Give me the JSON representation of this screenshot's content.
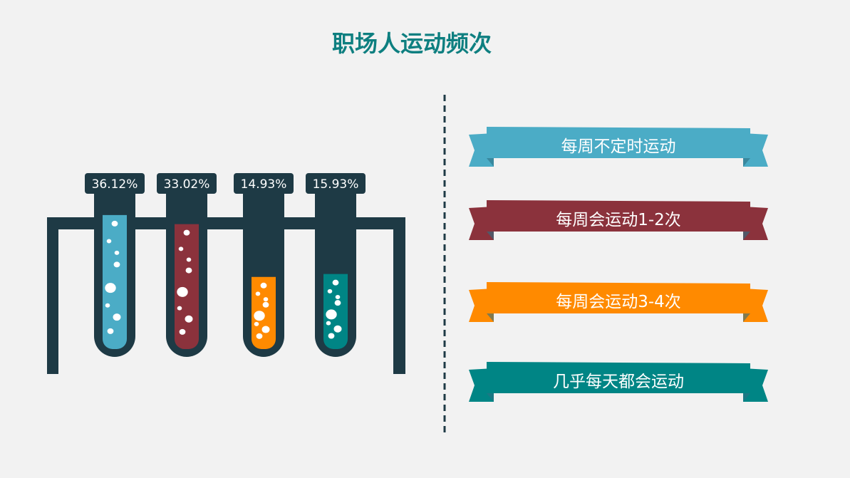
{
  "chart_data": {
    "type": "bar",
    "title": "职场人运动频次",
    "categories": [
      "每周不定时运动",
      "每周会运动1-2次",
      "每周会运动3-4次",
      "几乎每天都会运动"
    ],
    "values": [
      36.12,
      33.02,
      14.93,
      15.93
    ],
    "labels": [
      "36.12%",
      "33.02%",
      "14.93%",
      "15.93%"
    ],
    "colors": [
      "#4bacc6",
      "#8b323c",
      "#ff8a00",
      "#008585"
    ],
    "unit": "%"
  },
  "theme": {
    "dark": "#1e3a45",
    "title": "#0e7f80"
  }
}
